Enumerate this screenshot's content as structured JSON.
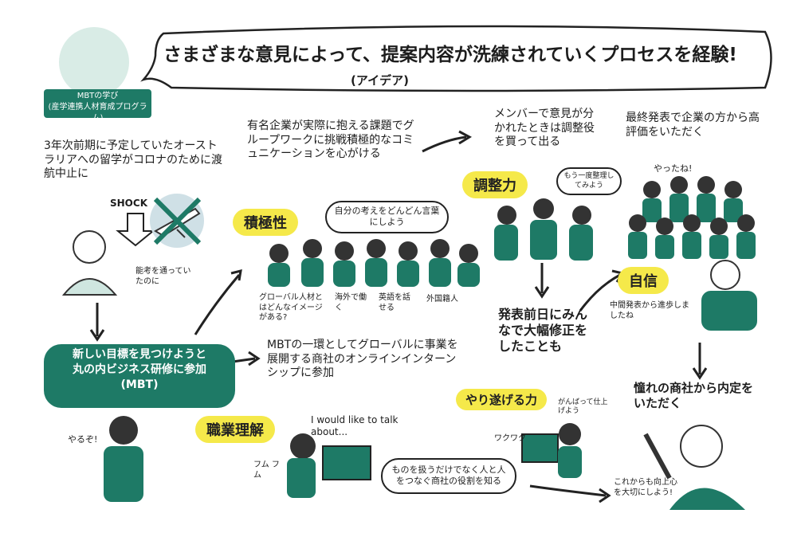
{
  "header": {
    "title": "さまざまな意見によって、提案内容が洗練されていくプロセスを経験!",
    "subtitle": "(アイデア)",
    "badge_line1": "MBTの学び",
    "badge_line2": "(産学連携人材育成プログラム)"
  },
  "left": {
    "story": "3年次前期に予定していたオーストラリアへの留学がコロナのために渡航中止に",
    "shock": "SHOCK",
    "thought": "能考を通っていたのに",
    "goal_line1": "新しい目標を見つけようと",
    "goal_line2": "丸の内ビジネス研修に参加",
    "goal_line3": "(MBT)",
    "yaruzo": "やるぞ!"
  },
  "middle": {
    "challenge": "有名企業が実際に抱える課題でグループワークに挑戦積極的なコミュニケーションを心がける",
    "sekkyoku": "積極性",
    "group_bubble": "自分の考えをどんどん言葉にしよう",
    "labels": [
      "グローバル人材とはどんなイメージがある?",
      "海外で働く",
      "英語を話せる",
      "外国籍人"
    ],
    "mbt_text": "MBTの一環としてグローバルに事業を展開する商社のオンラインインターンシップに参加",
    "shokugyo": "職業理解",
    "speech": "I would like to talk about...",
    "fumu": "フム フム",
    "learn_bubble": "ものを扱うだけでなく人と人をつなぐ商社の役割を知る"
  },
  "right": {
    "member": "メンバーで意見が分かれたときは調整役を買って出る",
    "chosei": "調整力",
    "chosei_bubble": "もう一度整理してみよう",
    "final": "最終発表で企業の方から高評価をいただく",
    "yatta": "やったね!",
    "jishin": "自信",
    "midterm": "中間発表から進歩しましたね",
    "revise": "発表前日にみんなで大幅修正をしたことも",
    "yaritogeru": "やり遂げる力",
    "wakuwaku": "ワクワク",
    "ganbatte": "がんばって仕上げよう",
    "offer": "憧れの商社から内定をいただく",
    "kore": "これからも向上心を大切にしよう!"
  },
  "colors": {
    "teal": "#1e7a66",
    "yellow": "#f5e94a",
    "ink": "#1d1d1d"
  }
}
